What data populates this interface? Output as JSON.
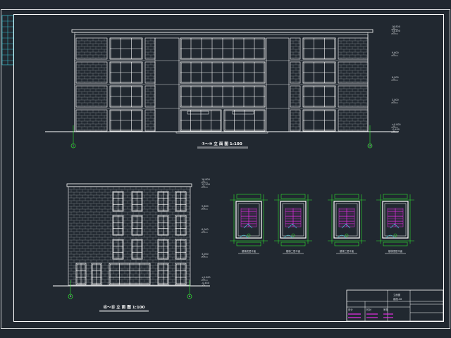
{
  "sheet": {
    "background": "#212830",
    "line_color": "#ffffff",
    "accent_green": "#2ee62e",
    "accent_magenta": "#e52ee5",
    "accent_cyan": "#3cd6e6"
  },
  "front_elevation": {
    "title": "①～⑩ 立 面 图 1:100",
    "axis_left": "1",
    "axis_right": "10",
    "levels": [
      "16.800",
      "13.200",
      "9.600",
      "6.000",
      "3.000",
      "±0.000",
      "-0.450"
    ]
  },
  "side_elevation": {
    "title": "Ⓐ～Ⓓ 立 面 图 1:100",
    "axis_left": "D",
    "axis_right": "A",
    "levels": [
      "16.800",
      "13.200",
      "9.600",
      "6.000",
      "3.000",
      "±0.000",
      "-0.450"
    ]
  },
  "stair_plans": [
    {
      "label": "楼梯底层平面"
    },
    {
      "label": "楼梯二层平面"
    },
    {
      "label": "楼梯三层平面"
    },
    {
      "label": "楼梯顶层平面"
    }
  ],
  "title_block": {
    "drawing_name": "立面图",
    "drawing_no": "建施-08",
    "cells": [
      "设计",
      "校对",
      "审核"
    ]
  }
}
